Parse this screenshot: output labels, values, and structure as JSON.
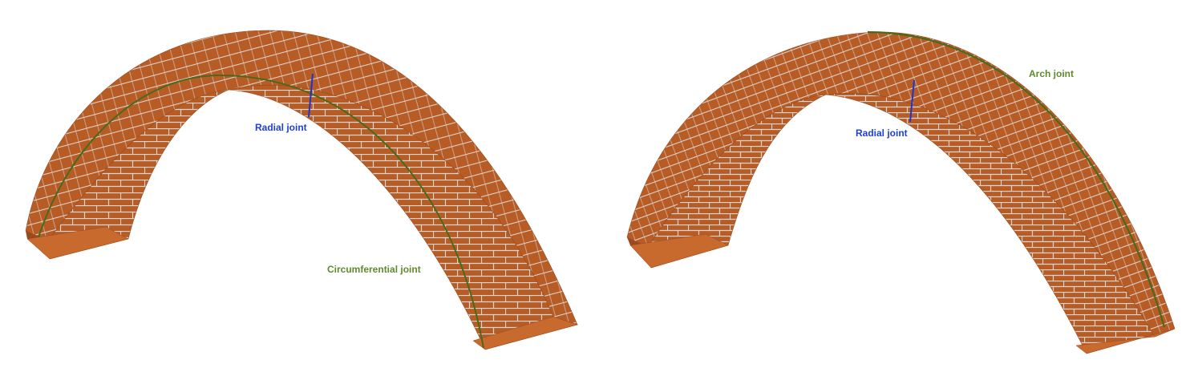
{
  "colors": {
    "brick": "#b85c26",
    "brick_dark": "#9a4a1c",
    "brick_light": "#c8692e",
    "mortar": "#dcd6d2",
    "radial": "#2233cc",
    "circumferential": "#4a6a1a",
    "label_green": "#5f8a2e",
    "label_blue": "#1f3fd6"
  },
  "left_arch": {
    "radial_label": "Radial joint",
    "circumferential_label": "Circumferential joint"
  },
  "right_arch": {
    "radial_label": "Radial joint",
    "arch_joint_label": "Arch joint"
  }
}
